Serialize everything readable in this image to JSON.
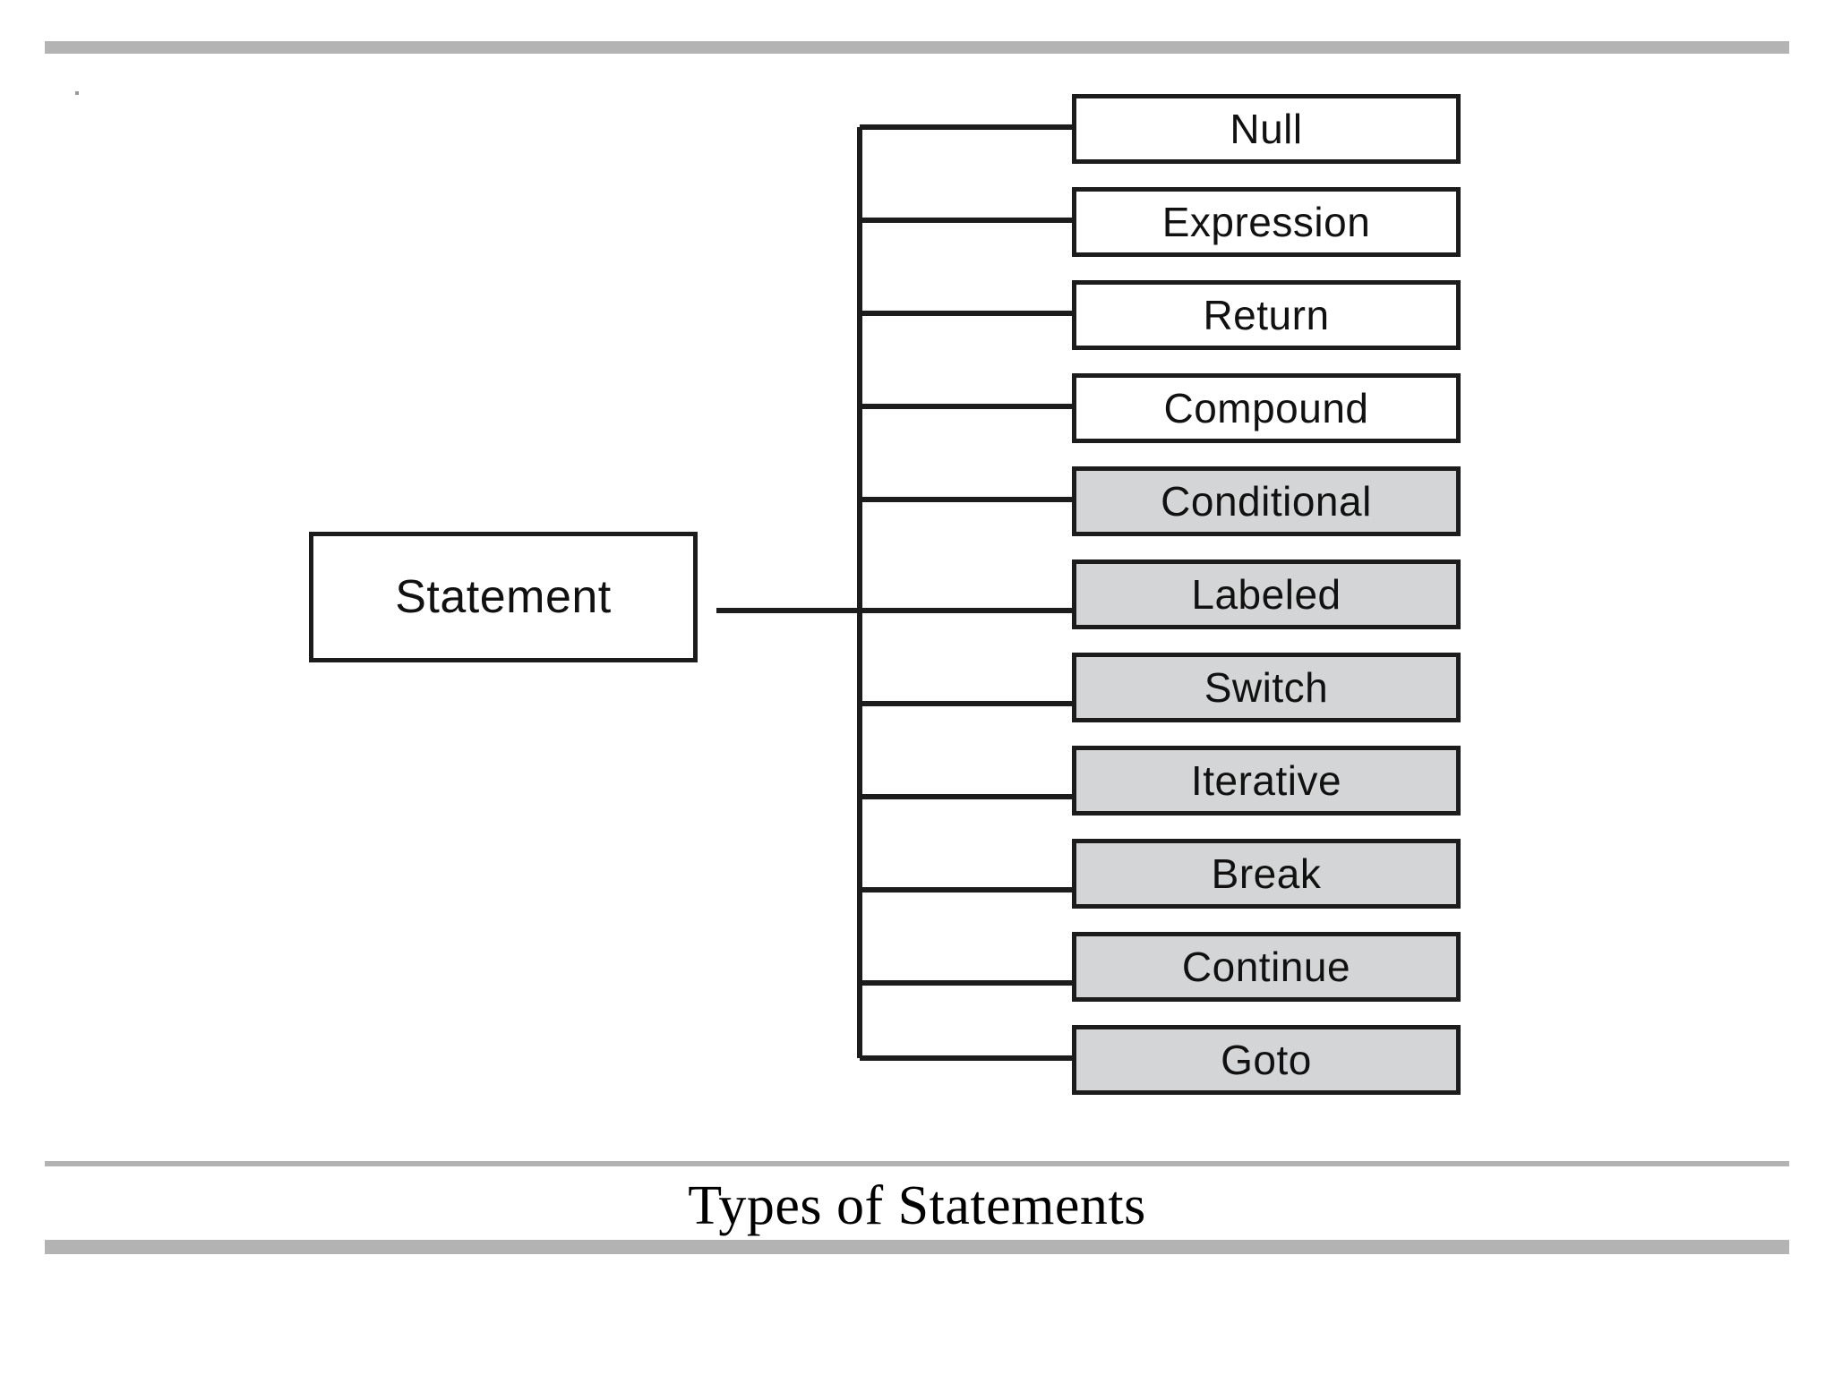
{
  "slide": {
    "caption": "Types of Statements",
    "background_color": "#ffffff",
    "rule_color": "#b3b3b3"
  },
  "diagram": {
    "type": "tree",
    "orientation": "left-to-right",
    "root": {
      "label": "Statement",
      "fill": "#ffffff",
      "border_color": "#1c1c1c",
      "shadow_color": "#1c1c1c"
    },
    "branch_color": "#1c1c1c",
    "children": [
      {
        "label": "Null",
        "fill": "#ffffff",
        "shaded": false
      },
      {
        "label": "Expression",
        "fill": "#ffffff",
        "shaded": false
      },
      {
        "label": "Return",
        "fill": "#ffffff",
        "shaded": false
      },
      {
        "label": "Compound",
        "fill": "#ffffff",
        "shaded": false
      },
      {
        "label": "Conditional",
        "fill": "#d3d5d6",
        "shaded": true
      },
      {
        "label": "Labeled",
        "fill": "#d3d5d6",
        "shaded": true
      },
      {
        "label": "Switch",
        "fill": "#d3d5d6",
        "shaded": true
      },
      {
        "label": "Iterative",
        "fill": "#d3d5d6",
        "shaded": true
      },
      {
        "label": "Break",
        "fill": "#d3d5d6",
        "shaded": true
      },
      {
        "label": "Continue",
        "fill": "#d3d5d6",
        "shaded": true
      },
      {
        "label": "Goto",
        "fill": "#d3d5d6",
        "shaded": true
      }
    ]
  }
}
